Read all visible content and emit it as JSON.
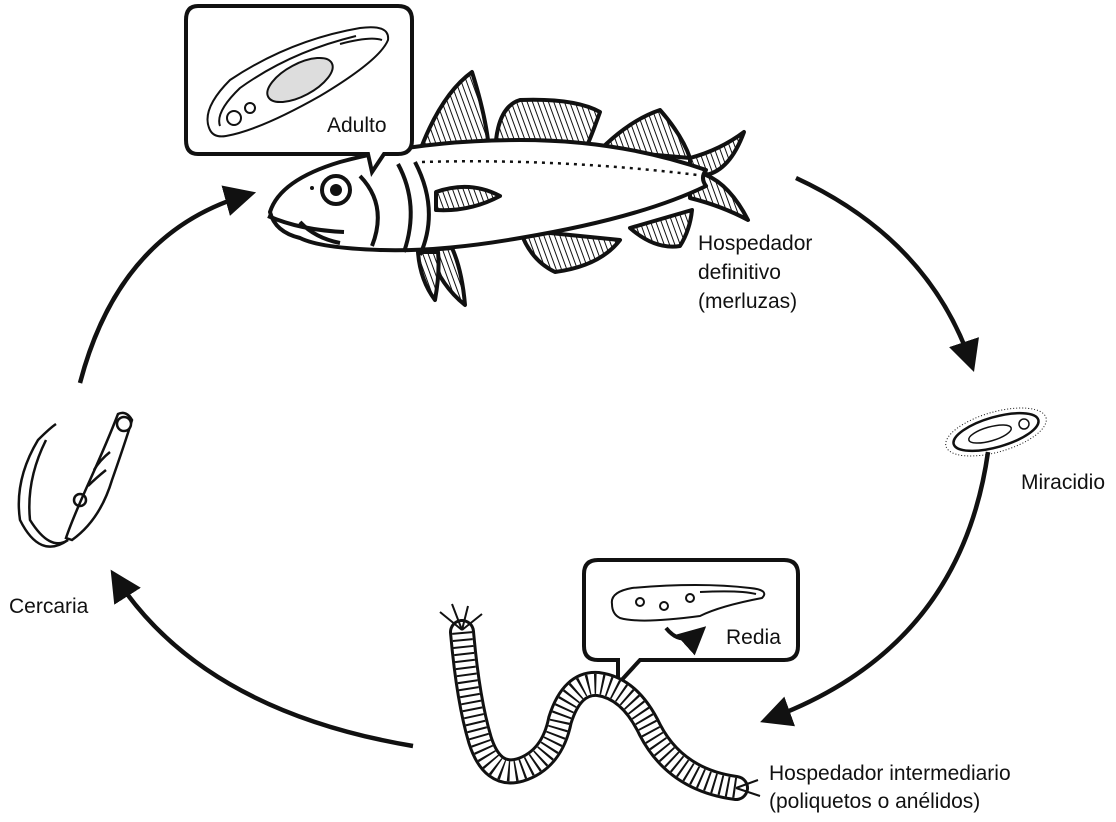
{
  "colors": {
    "ink": "#111111",
    "background": "#ffffff"
  },
  "labels": {
    "adult": "Adulto",
    "definitive_host": [
      "Hospedador",
      "definitivo",
      "(merluzas)"
    ],
    "miracidium": "Miracidio",
    "redia": "Redia",
    "intermediate_host": [
      "Hospedador intermediario",
      "(poliquetos o anélidos)"
    ],
    "cercaria": "Cercaria"
  },
  "icons": [
    "fish-icon",
    "adult-fluke-icon",
    "miracidium-icon",
    "redia-icon",
    "polychaete-worm-icon",
    "cercaria-icon",
    "cycle-arrow-icon"
  ]
}
